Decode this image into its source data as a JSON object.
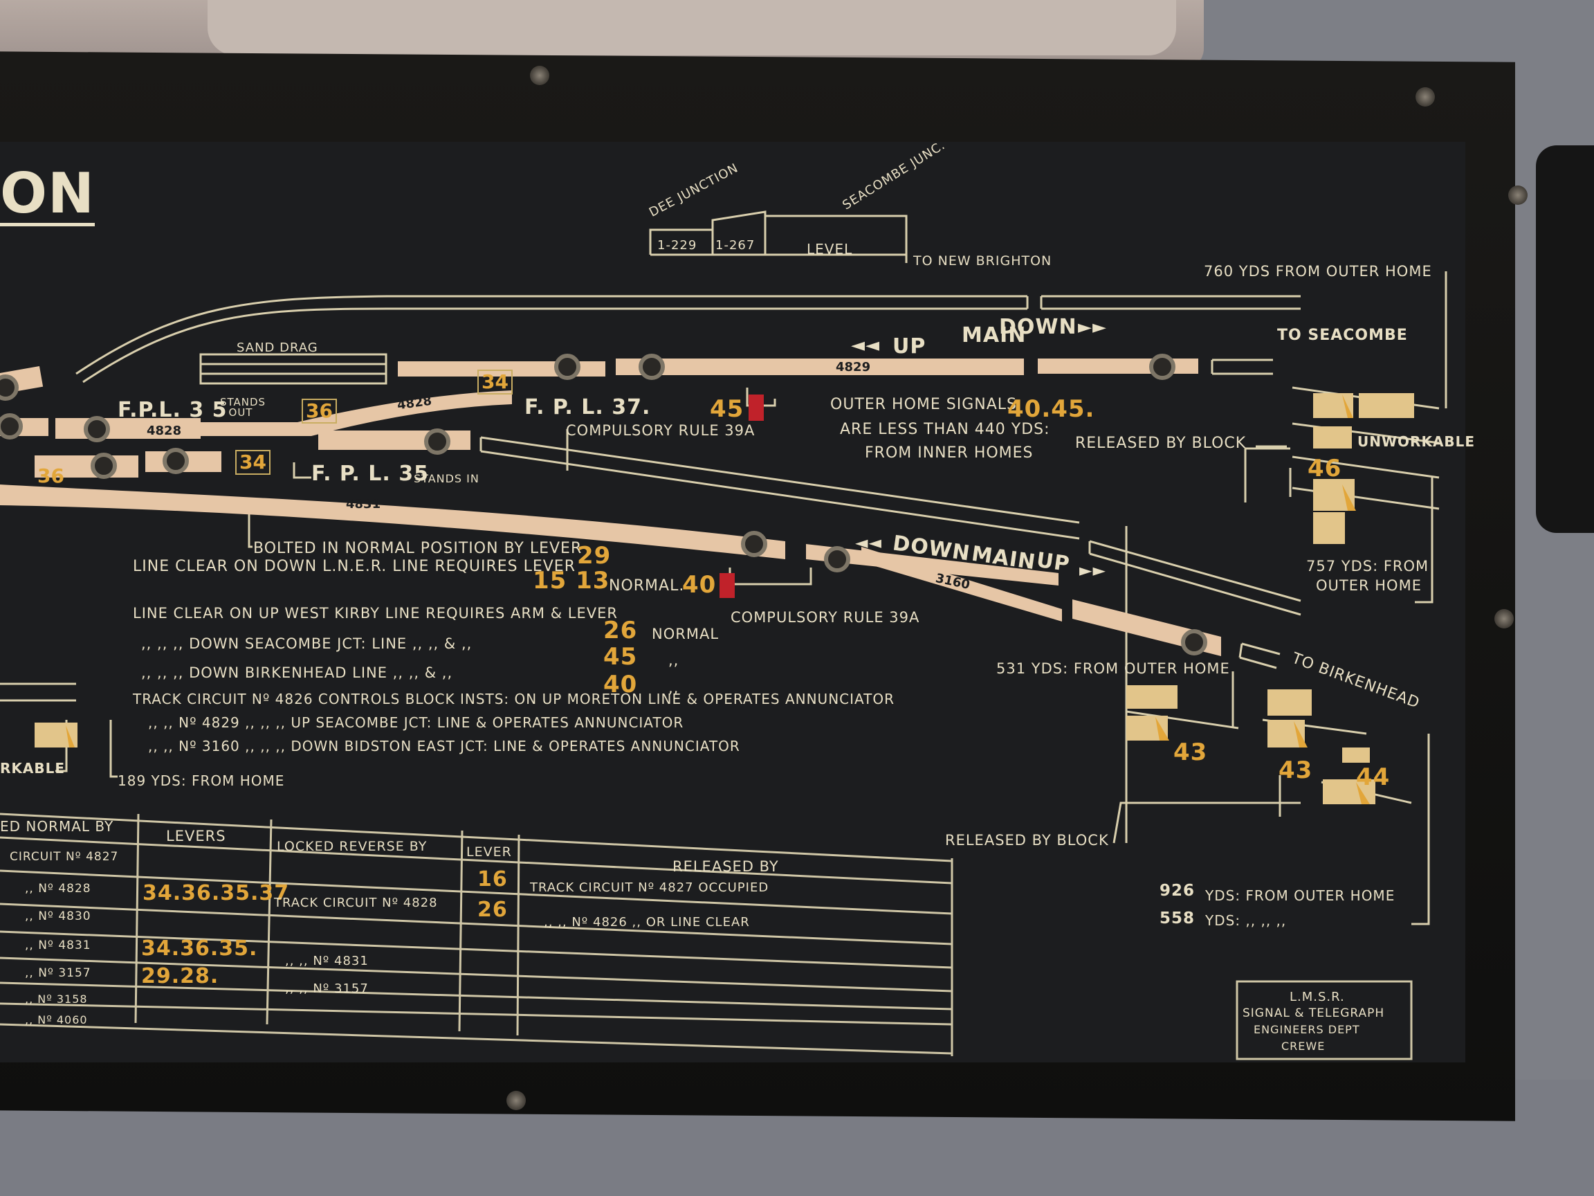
{
  "board": {
    "title_fragment": "ON",
    "gradient": {
      "left": "DEE JUNCTION",
      "right": "SEACOMBE JUNC.",
      "cells": [
        "1-229",
        "1-267",
        "LEVEL"
      ],
      "destination": "TO NEW BRIGHTON"
    },
    "top_right": {
      "distance": "760 YDS FROM OUTER HOME",
      "to": "TO SEACOMBE"
    },
    "sand_drag": "SAND DRAG",
    "up_main_down": {
      "up": "UP",
      "main": "MAIN",
      "down": "DOWN"
    },
    "fpl35_top": "F.P.L. 3 5",
    "stands_out": "STANDS OUT",
    "lever36_top": "36",
    "lever34_top": "34",
    "fpl37": "F. P. L. 37.",
    "compulsory_top": "COMPULSORY RULE 39A",
    "signal45": "45",
    "outer_home_1": "OUTER HOME SIGNALS",
    "outer_home_nums": "40.45.",
    "outer_home_2": "ARE LESS THAN 440 YDS:",
    "released_by_block_top": "RELEASED BY BLOCK",
    "outer_home_3": "FROM INNER HOMES",
    "unworkable_right": "UNWORKABLE",
    "signal46": "46",
    "lever36_left": "36",
    "lever34_mid": "34",
    "fpl35_bottom": "F. P. L. 35",
    "stands_in": "STANDS IN",
    "tc_4828a": "4828",
    "tc_4828b": "4828",
    "tc_4829": "4829",
    "tc_4831": "4831",
    "tc_3160": "3160",
    "down_main_up": {
      "down": "DOWN",
      "main": "MAIN",
      "up": "UP"
    },
    "dist_757a": "757 YDS: FROM",
    "dist_757b": "OUTER HOME",
    "bolted": "BOLTED IN NORMAL POSITION BY LEVER",
    "bolted_lever": "29",
    "lner": "LINE CLEAR ON DOWN L.N.E.R. LINE REQUIRES LEVER",
    "lner_nums": "15 13",
    "lner_end": "NORMAL.",
    "signal40": "40",
    "compulsory_bottom": "COMPULSORY RULE 39A",
    "to_birkenhead": "TO BIRKENHEAD",
    "west_kirby_1": "LINE CLEAR ON UP WEST KIRBY LINE REQUIRES ARM & LEVER",
    "west_kirby_num": "26",
    "west_kirby_end": "NORMAL",
    "seacombe_row": ",,   ,,   ,, DOWN SEACOMBE JCT: LINE ,,   ,,   &   ,,",
    "seacombe_num": "45",
    "seacombe_end": ",,",
    "birkenhead_row": ",,   ,,   ,, DOWN BIRKENHEAD LINE   ,,   ,,   &   ,,",
    "birkenhead_num": "40",
    "birkenhead_end": ",,",
    "dist_531": "531 YDS: FROM OUTER HOME",
    "track_4826": "TRACK CIRCUIT Nº 4826 CONTROLS BLOCK INSTS: ON UP MORETON LINE & OPERATES ANNUNCIATOR",
    "track_4829": ",,   ,,   Nº 4829   ,,   ,,   ,,   UP SEACOMBE JCT: LINE & OPERATES ANNUNCIATOR",
    "track_3160": ",,   ,,   Nº 3160   ,,   ,,   ,,   DOWN BIDSTON EAST JCT: LINE & OPERATES ANNUNCIATOR",
    "signal43a": "43",
    "signal43b": "43",
    "signal44": "44",
    "unworkable_left": "RKABLE",
    "dist_189": "189 YDS: FROM HOME",
    "released_by_block_bottom": "RELEASED BY BLOCK",
    "dist_926": "926",
    "dist_926_txt": "YDS: FROM OUTER HOME",
    "dist_558": "558",
    "dist_558_txt": "YDS: ,,   ,,   ,,",
    "maker": [
      "L.M.S.R.",
      "SIGNAL & TELEGRAPH",
      "ENGINEERS DEPT",
      "CREWE"
    ]
  },
  "table": {
    "headers": [
      "ED NORMAL BY",
      "LEVERS",
      "LOCKED REVERSE BY",
      "LEVER",
      "RELEASED BY"
    ],
    "rows": [
      {
        "c1": "CIRCUIT Nº 4827",
        "c2": "",
        "c3": "",
        "c4": "16",
        "c5": "TRACK CIRCUIT Nº 4827 OCCUPIED"
      },
      {
        "c1": ",,   Nº 4828",
        "c2": "34.36.35.37",
        "c3": "TRACK CIRCUIT Nº 4828",
        "c4": "26",
        "c5": ",,   ,,   Nº 4826   ,,   OR LINE CLEAR"
      },
      {
        "c1": ",,   Nº 4830",
        "c2": "",
        "c3": "",
        "c4": "",
        "c5": ""
      },
      {
        "c1": ",,   Nº 4831",
        "c2": "34.36.35.",
        "c3": ",,   ,,   Nº 4831",
        "c4": "",
        "c5": ""
      },
      {
        "c1": ",,   Nº 3157",
        "c2": "29.28.",
        "c3": ",,   ,,   Nº 3157",
        "c4": "",
        "c5": ""
      },
      {
        "c1": ",,   Nº 3158",
        "c2": "",
        "c3": "",
        "c4": "",
        "c5": ""
      },
      {
        "c1": ",,   Nº 4060",
        "c2": "",
        "c3": "",
        "c4": "",
        "c5": ""
      }
    ]
  }
}
